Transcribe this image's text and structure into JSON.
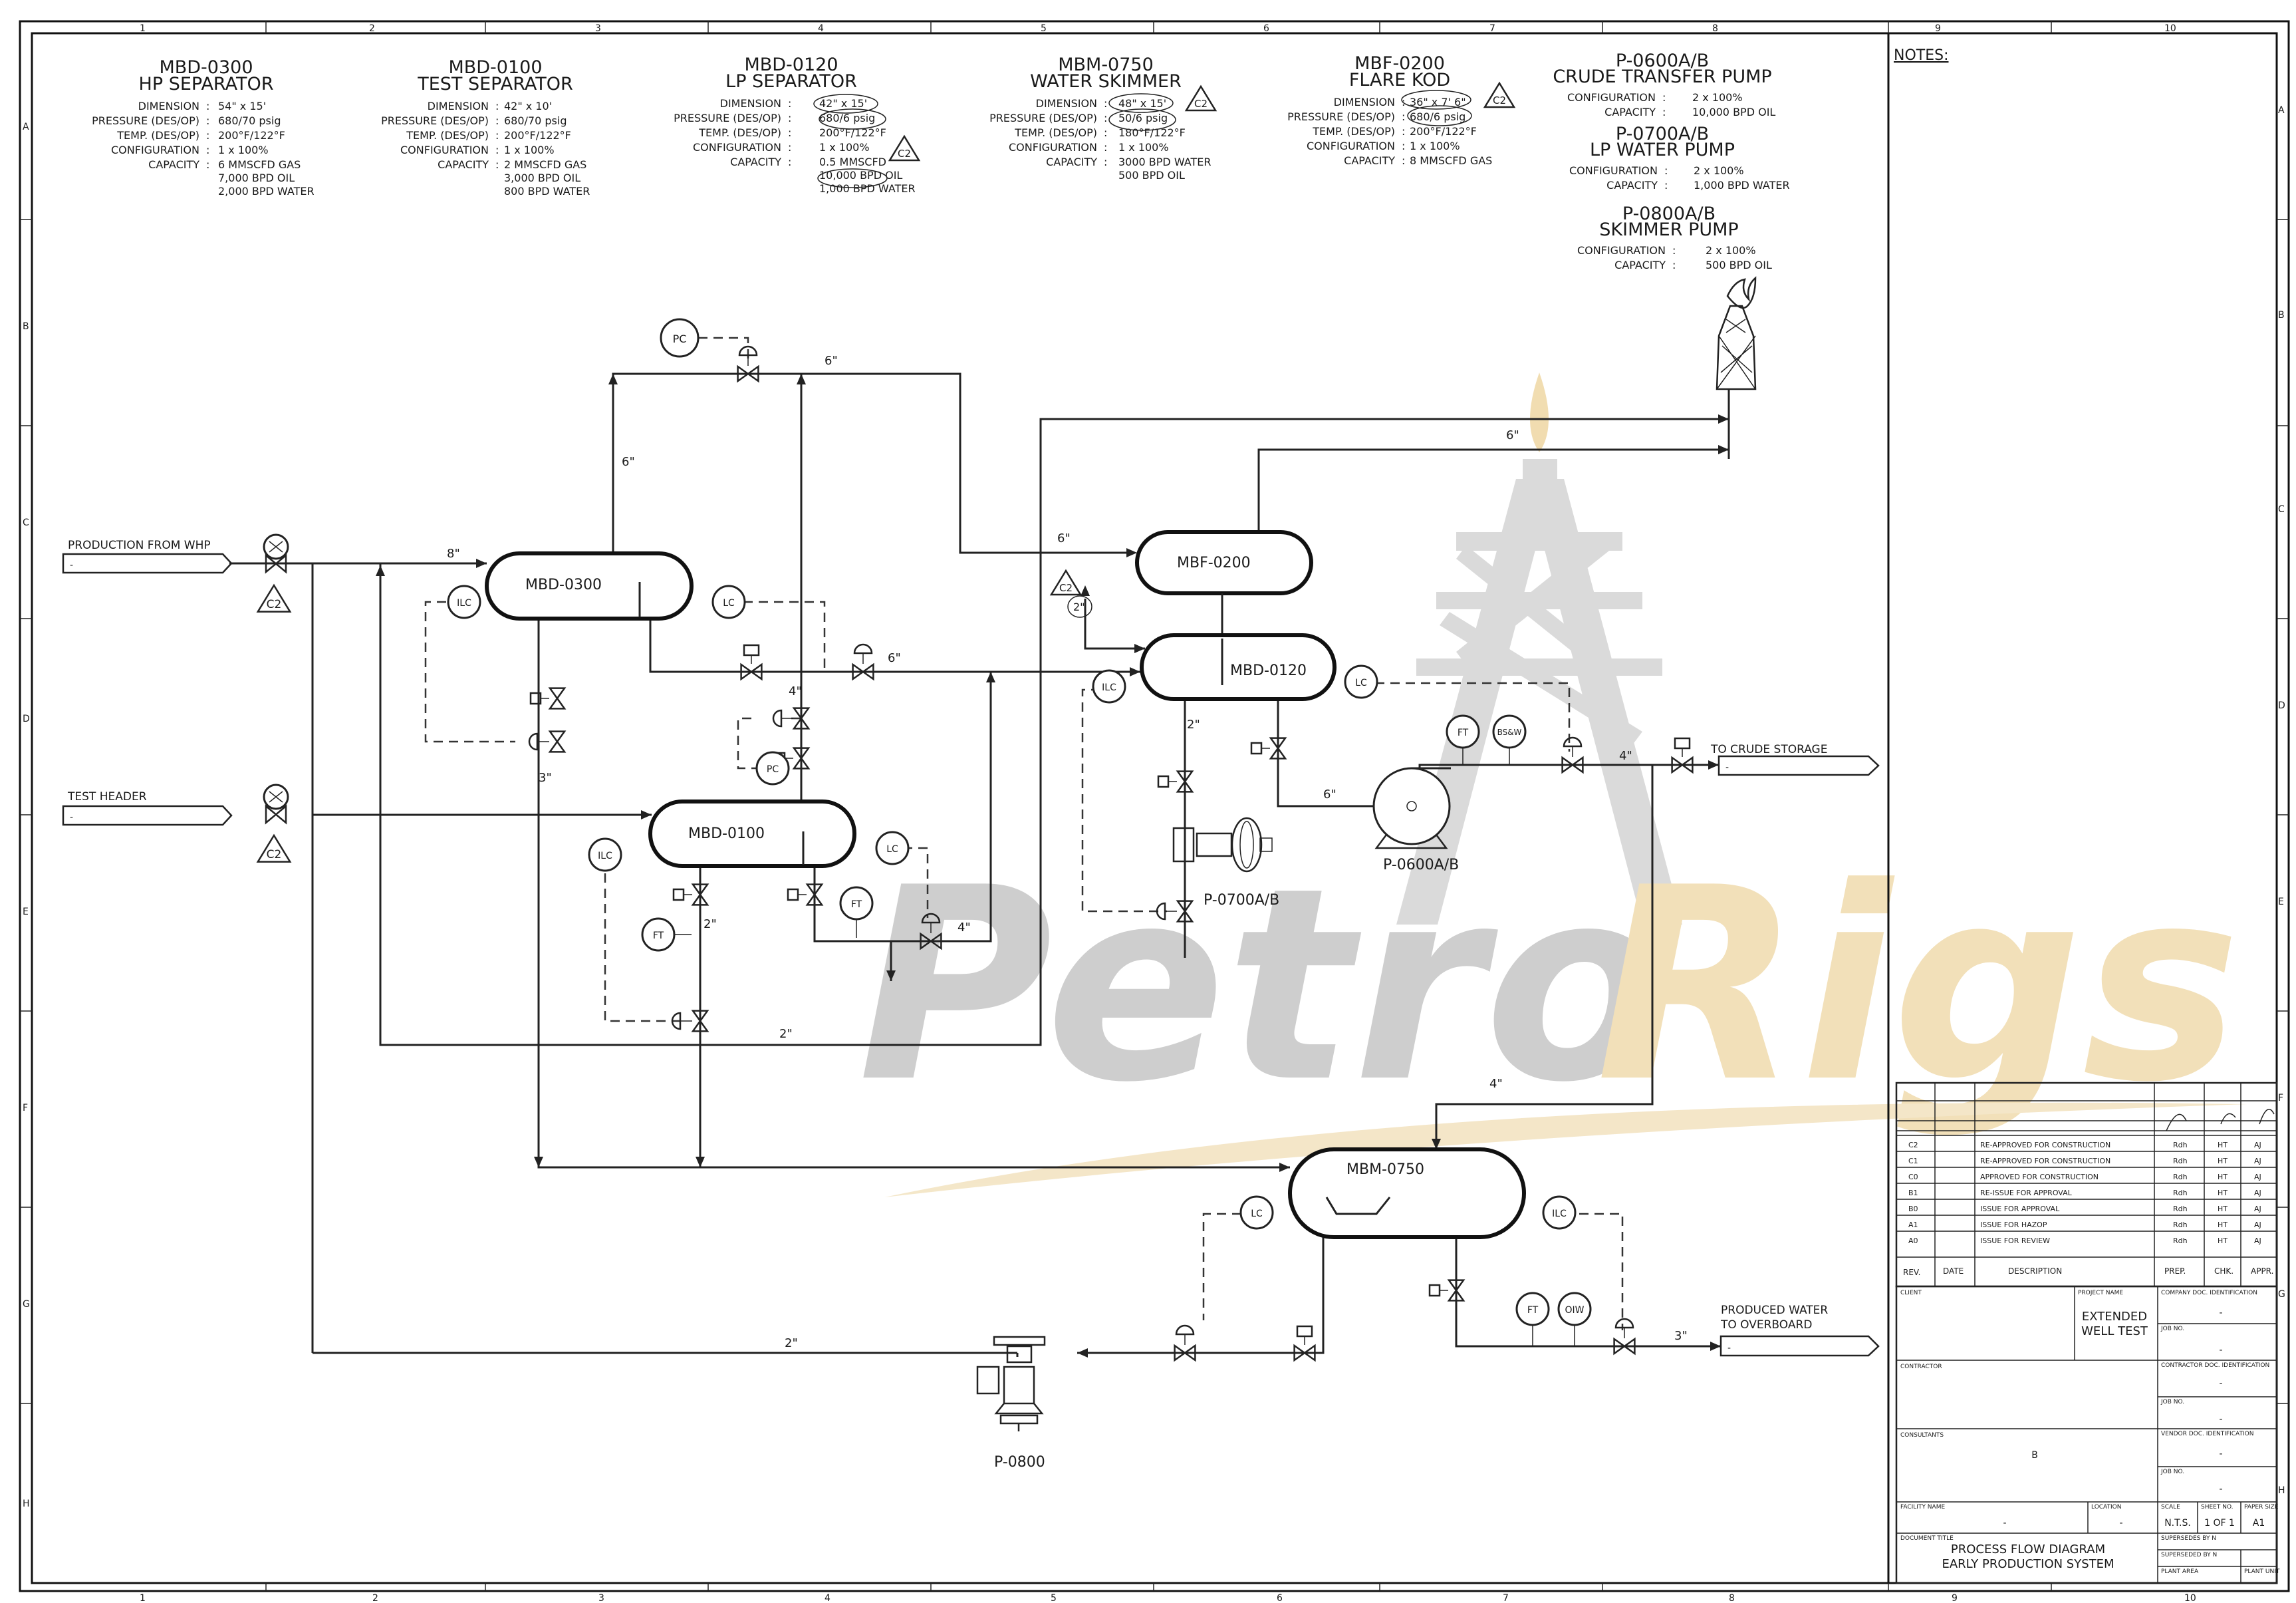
{
  "frame": {
    "columns": [
      "1",
      "2",
      "3",
      "4",
      "5",
      "6",
      "7",
      "8",
      "9",
      "10"
    ],
    "rows": [
      "A",
      "B",
      "C",
      "D",
      "E",
      "F",
      "G",
      "H"
    ]
  },
  "equipment_specs": [
    {
      "tag": "MBD-0300",
      "name": "HP SEPARATOR",
      "lines": [
        {
          "k": "DIMENSION",
          "v": "54\" x 15'"
        },
        {
          "k": "PRESSURE (DES/OP)",
          "v": "680/70 psig"
        },
        {
          "k": "TEMP. (DES/OP)",
          "v": "200°F/122°F"
        },
        {
          "k": "CONFIGURATION",
          "v": "1 x 100%"
        },
        {
          "k": "CAPACITY",
          "v": "6 MMSCFD GAS"
        },
        {
          "k": "",
          "v": "7,000 BPD OIL"
        },
        {
          "k": "",
          "v": "2,000 BPD WATER"
        }
      ]
    },
    {
      "tag": "MBD-0100",
      "name": "TEST SEPARATOR",
      "lines": [
        {
          "k": "DIMENSION",
          "v": "42\" x 10'"
        },
        {
          "k": "PRESSURE (DES/OP)",
          "v": "680/70 psig"
        },
        {
          "k": "TEMP. (DES/OP)",
          "v": "200°F/122°F"
        },
        {
          "k": "CONFIGURATION",
          "v": "1 x 100%"
        },
        {
          "k": "CAPACITY",
          "v": "2 MMSCFD GAS"
        },
        {
          "k": "",
          "v": "3,000 BPD OIL"
        },
        {
          "k": "",
          "v": "800 BPD WATER"
        }
      ]
    },
    {
      "tag": "MBD-0120",
      "name": "LP SEPARATOR",
      "lines": [
        {
          "k": "DIMENSION",
          "v": "42\" x 15'"
        },
        {
          "k": "PRESSURE (DES/OP)",
          "v": "680/6 psig"
        },
        {
          "k": "TEMP. (DES/OP)",
          "v": "200°F/122°F"
        },
        {
          "k": "CONFIGURATION",
          "v": "1 x 100%"
        },
        {
          "k": "CAPACITY",
          "v": "0.5 MMSCFD"
        },
        {
          "k": "",
          "v": "10,000 BPD OIL"
        },
        {
          "k": "",
          "v": "1,000 BPD WATER"
        }
      ]
    },
    {
      "tag": "MBM-0750",
      "name": "WATER SKIMMER",
      "lines": [
        {
          "k": "DIMENSION",
          "v": "48\" x 15'"
        },
        {
          "k": "PRESSURE (DES/OP)",
          "v": "50/6 psig"
        },
        {
          "k": "TEMP. (DES/OP)",
          "v": "180°F/122°F"
        },
        {
          "k": "CONFIGURATION",
          "v": "1 x 100%"
        },
        {
          "k": "CAPACITY",
          "v": "3000 BPD WATER"
        },
        {
          "k": "",
          "v": "500 BPD OIL"
        }
      ]
    },
    {
      "tag": "MBF-0200",
      "name": "FLARE KOD",
      "lines": [
        {
          "k": "DIMENSION",
          "v": "36\" x 7' 6\""
        },
        {
          "k": "PRESSURE (DES/OP)",
          "v": "680/6 psig"
        },
        {
          "k": "TEMP. (DES/OP)",
          "v": "200°F/122°F"
        },
        {
          "k": "CONFIGURATION",
          "v": "1 x 100%"
        },
        {
          "k": "CAPACITY",
          "v": "8 MMSCFD GAS"
        }
      ]
    }
  ],
  "pump_specs": [
    {
      "tag": "P-0600A/B",
      "name": "CRUDE TRANSFER PUMP",
      "lines": [
        {
          "k": "CONFIGURATION",
          "v": "2 x 100%"
        },
        {
          "k": "CAPACITY",
          "v": "10,000 BPD OIL"
        }
      ]
    },
    {
      "tag": "P-0700A/B",
      "name": "LP WATER PUMP",
      "lines": [
        {
          "k": "CONFIGURATION",
          "v": "2 x 100%"
        },
        {
          "k": "CAPACITY",
          "v": "1,000 BPD WATER"
        }
      ]
    },
    {
      "tag": "P-0800A/B",
      "name": "SKIMMER PUMP",
      "lines": [
        {
          "k": "CONFIGURATION",
          "v": "2 x 100%"
        },
        {
          "k": "CAPACITY",
          "v": "500 BPD OIL"
        }
      ]
    }
  ],
  "revision_cloud_tag": "C2",
  "streams": {
    "whp": {
      "label": "PRODUCTION FROM WHP",
      "ref": "-"
    },
    "test": {
      "label": "TEST HEADER",
      "ref": "-"
    },
    "crude": {
      "label": "TO CRUDE STORAGE",
      "ref": "-"
    },
    "water": {
      "label": "PRODUCED WATER",
      "label2": "TO OVERBOARD",
      "ref": "-"
    }
  },
  "vessels": {
    "hp": "MBD-0300",
    "test": "MBD-0100",
    "flare": "MBF-0200",
    "lp": "MBD-0120",
    "skimmer": "MBM-0750"
  },
  "pumps": {
    "crude": "P-0600A/B",
    "lp_water": "P-0700A/B",
    "skimmer": "P-0800"
  },
  "instruments": {
    "pc": "PC",
    "ilc": "ILC",
    "lc": "LC",
    "ft": "FT",
    "oiw": "OIW",
    "bsw": "BS&W"
  },
  "line_sizes": {
    "s8": "8\"",
    "s6": "6\"",
    "s4": "4\"",
    "s3": "3\"",
    "s2": "2\""
  },
  "notes_title": "NOTES:",
  "revisions": {
    "headers": {
      "rev": "REV.",
      "date": "DATE",
      "desc": "DESCRIPTION",
      "prep": "PREP.",
      "chk": "CHK.",
      "appr": "APPR."
    },
    "rows": [
      {
        "rev": "C2",
        "desc": "RE-APPROVED FOR CONSTRUCTION",
        "prep": "Rdh",
        "chk": "HT",
        "appr": "AJ"
      },
      {
        "rev": "C1",
        "desc": "RE-APPROVED FOR CONSTRUCTION",
        "prep": "Rdh",
        "chk": "HT",
        "appr": "AJ"
      },
      {
        "rev": "C0",
        "desc": "APPROVED FOR CONSTRUCTION",
        "prep": "Rdh",
        "chk": "HT",
        "appr": "AJ"
      },
      {
        "rev": "B1",
        "desc": "RE-ISSUE FOR APPROVAL",
        "prep": "Rdh",
        "chk": "HT",
        "appr": "AJ"
      },
      {
        "rev": "B0",
        "desc": "ISSUE FOR APPROVAL",
        "prep": "Rdh",
        "chk": "HT",
        "appr": "AJ"
      },
      {
        "rev": "A1",
        "desc": "ISSUE FOR HAZOP",
        "prep": "Rdh",
        "chk": "HT",
        "appr": "AJ"
      },
      {
        "rev": "A0",
        "desc": "ISSUE FOR REVIEW",
        "prep": "Rdh",
        "chk": "HT",
        "appr": "AJ"
      }
    ]
  },
  "title_block": {
    "client": "CLIENT",
    "project_name": "PROJECT NAME",
    "project_l1": "EXTENDED",
    "project_l2": "WELL TEST",
    "company_doc": "COMPANY DOC. IDENTIFICATION",
    "job_no": "JOB NO.",
    "contractor": "CONTRACTOR",
    "contractor_doc": "CONTRACTOR DOC. IDENTIFICATION",
    "consultants": "CONSULTANTS",
    "vendor_doc": "VENDOR DOC. IDENTIFICATION",
    "facility": "FACILITY NAME",
    "location": "LOCATION",
    "scale_h": "SCALE",
    "scale_v": "N.T.S.",
    "sheet_h": "SHEET NO.",
    "sheet_v": "1 OF 1",
    "paper_h": "PAPER SIZE",
    "paper_v": "A1",
    "doc_title_h": "DOCUMENT TITLE",
    "doc_title_1": "PROCESS FLOW DIAGRAM",
    "doc_title_2": "EARLY PRODUCTION SYSTEM",
    "supersedes": "SUPERSEDES BY N",
    "supersedes2": "SUPERSEDED BY N",
    "plant_area": "PLANT AREA",
    "plant_unit": "PLANT UNIT",
    "dash": "-",
    "misc_mark": "B"
  },
  "watermark": {
    "part1": "Petro",
    "part2": "Rigs",
    "color1": "#c8c8c8",
    "color2": "#f1ddb2"
  }
}
